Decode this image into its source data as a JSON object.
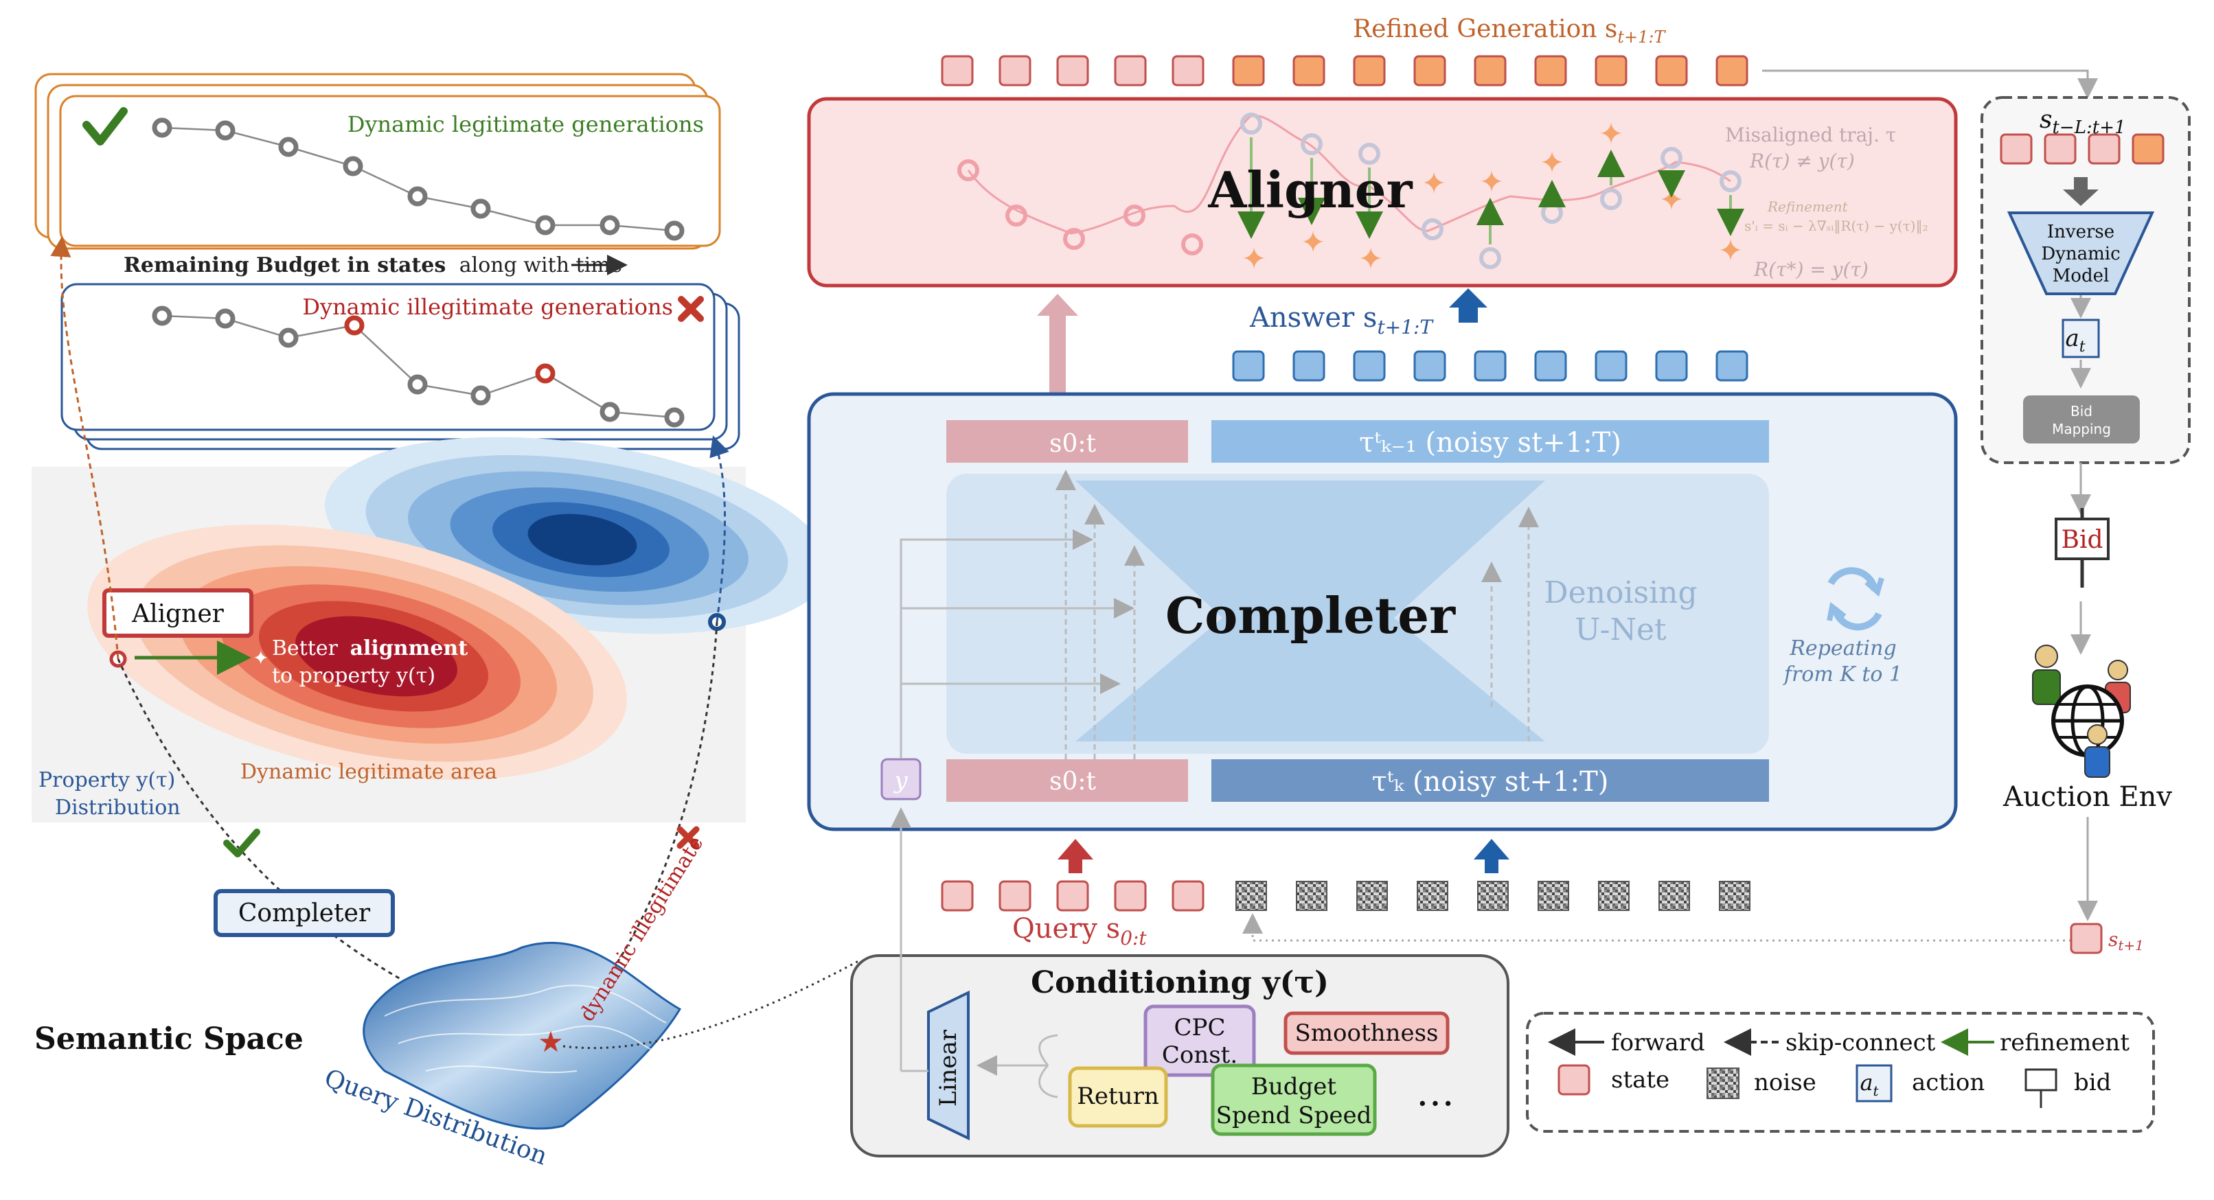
{
  "left": {
    "legit_caption": "Dynamic legitimate generations",
    "budget_caption_bold": "Remaining Budget in states",
    "budget_caption_rest": "along with time",
    "illegit_caption": "Dynamic illegitimate generations",
    "aligner_label": "Aligner",
    "better_1": "Better",
    "better_bold": "alignment",
    "better_2": "to property y(τ)",
    "legit_area": "Dynamic legitimate area",
    "property_1": "Property y(τ)",
    "property_2": "Distribution",
    "completer_label": "Completer",
    "semantic_space": "Semantic Space",
    "query_distribution": "Query Distribution",
    "dynamic_illegitimate": "dynamic illegitimate"
  },
  "center": {
    "refined_generation": "Refined Generation s",
    "refined_sub": "t+1:T",
    "aligner_title": "Aligner",
    "misaligned": "Misaligned traj. τ",
    "r_neq": "R(τ) ≠ y(τ)",
    "refinement": "Refinement",
    "formula": "s'ᵢ = sᵢ − λ∇ₛᵢ‖R(τ) − y(τ)‖₂",
    "r_eq": "R(τ*) = y(τ)",
    "answer": "Answer s",
    "answer_sub": "t+1:T",
    "s0t_top": "s0:t",
    "tau_top": "τᵗₖ₋₁ (noisy st+1:T)",
    "completer_title": "Completer",
    "denoising_1": "Denoising",
    "denoising_2": "U-Net",
    "repeating_1": "Repeating",
    "repeating_2": "from K to 1",
    "y_box": "y",
    "s0t_bottom": "s0:t",
    "tau_bottom": "τᵗₖ (noisy st+1:T)",
    "query": "Query s",
    "query_sub": "0:t",
    "conditioning": "Conditioning y(τ)",
    "linear": "Linear",
    "cpc_1": "CPC",
    "cpc_2": "Const.",
    "smoothness": "Smoothness",
    "return": "Return",
    "budget_1": "Budget",
    "budget_2": "Spend Speed",
    "ellipsis": "…"
  },
  "right": {
    "state_window": "s",
    "state_window_sub": "t−L:t+1",
    "inverse_1": "Inverse",
    "inverse_2": "Dynamic",
    "inverse_3": "Model",
    "action": "a",
    "action_sub": "t",
    "bid_mapping_1": "Bid",
    "bid_mapping_2": "Mapping",
    "bid": "Bid",
    "auction_env": "Auction Env",
    "next_state": "s",
    "next_state_sub": "t+1"
  },
  "legend": {
    "forward": "forward",
    "skip": "skip-connect",
    "refinement": "refinement",
    "state": "state",
    "noise": "noise",
    "action_symbol": "a",
    "action_sub": "t",
    "action": "action",
    "bid": "bid"
  },
  "colors": {
    "state_fill": "#f6c9c9",
    "state_stroke": "#c0504d",
    "refined_fill": "#f5a46b",
    "answer_fill": "#92bde6",
    "answer_stroke": "#2f6fb0",
    "aligner_border": "#c0393b",
    "completer_border": "#2b5797",
    "orange_text": "#c0622a",
    "blue_text": "#2b5797",
    "red_text": "#b22222",
    "green_text": "#3b7d23"
  }
}
